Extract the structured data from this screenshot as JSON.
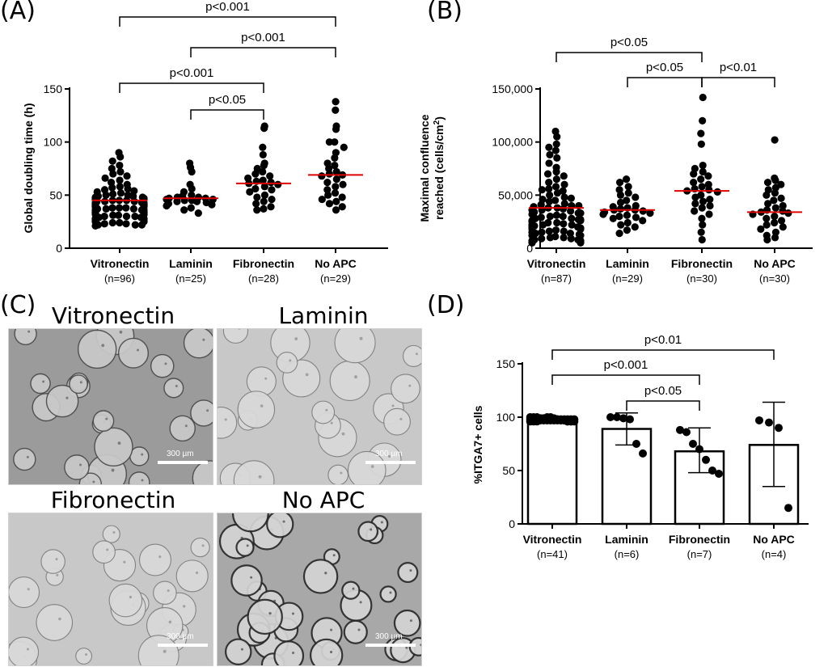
{
  "panels": {
    "A": {
      "letter": "(A)",
      "chart_data": {
        "type": "scatter",
        "ylabel": "Global doubling time (h)",
        "ylim": [
          0,
          150
        ],
        "yticks": [
          0,
          50,
          100,
          150
        ],
        "categories": [
          {
            "name": "Vitronectin",
            "n": "(n=96)",
            "median": 45,
            "points": [
              90,
              86,
              82,
              78,
              75,
              72,
              70,
              68,
              66,
              64,
              62,
              60,
              58,
              57,
              56,
              55,
              54,
              53,
              52,
              51,
              50,
              50,
              49,
              49,
              48,
              48,
              47,
              47,
              46,
              46,
              45,
              45,
              45,
              44,
              44,
              44,
              43,
              43,
              43,
              42,
              42,
              42,
              41,
              41,
              41,
              40,
              40,
              40,
              40,
              39,
              39,
              39,
              38,
              38,
              38,
              37,
              37,
              37,
              36,
              36,
              36,
              35,
              35,
              35,
              34,
              34,
              34,
              33,
              33,
              33,
              32,
              32,
              32,
              31,
              31,
              30,
              30,
              30,
              29,
              29,
              28,
              28,
              27,
              27,
              26,
              26,
              25,
              25,
              24,
              24,
              23,
              23,
              22,
              22,
              22,
              21
            ]
          },
          {
            "name": "Laminin",
            "n": "(n=25)",
            "median": 47,
            "points": [
              80,
              76,
              72,
              60,
              56,
              53,
              50,
              49,
              48,
              48,
              47,
              47,
              46,
              46,
              45,
              45,
              44,
              44,
              43,
              42,
              41,
              40,
              38,
              36,
              33
            ]
          },
          {
            "name": "Fibronectin",
            "n": "(n=28)",
            "median": 61,
            "points": [
              115,
              113,
              95,
              88,
              80,
              78,
              75,
              72,
              70,
              68,
              66,
              64,
              63,
              62,
              61,
              60,
              58,
              56,
              55,
              53,
              50,
              48,
              46,
              44,
              42,
              39,
              37,
              36
            ]
          },
          {
            "name": "No APC",
            "n": "(n=29)",
            "median": 69,
            "points": [
              138,
              130,
              115,
              112,
              100,
              100,
              95,
              90,
              85,
              80,
              78,
              75,
              72,
              70,
              69,
              68,
              65,
              62,
              60,
              58,
              55,
              52,
              50,
              48,
              46,
              44,
              42,
              39,
              36
            ]
          }
        ],
        "brackets": [
          {
            "from": 0,
            "to": 3,
            "label": "p<0.001"
          },
          {
            "from": 1,
            "to": 3,
            "label": "p<0.001"
          },
          {
            "from": 0,
            "to": 2,
            "label": "p<0.001"
          },
          {
            "from": 1,
            "to": 2,
            "label": "p<0.05"
          }
        ]
      }
    },
    "B": {
      "letter": "(B)",
      "chart_data": {
        "type": "scatter",
        "ylabel_line1": "Maximal confluence",
        "ylabel_line2": "reached (cells/cm",
        "ylabel_sup": "2",
        "ylabel_close": ")",
        "ylim": [
          0,
          150000
        ],
        "yticks": [
          0,
          50000,
          100000,
          150000
        ],
        "ytick_labels": [
          "0",
          "50,000",
          "100,000",
          "150,000"
        ],
        "categories": [
          {
            "name": "Vitronectin",
            "n": "(n=87)",
            "median": 38000,
            "points": [
              110000,
              105000,
              98000,
              95000,
              92000,
              88000,
              85000,
              80000,
              76000,
              72000,
              70000,
              68000,
              65000,
              62000,
              60000,
              58000,
              56000,
              54000,
              52000,
              50000,
              48000,
              46000,
              45000,
              44000,
              42000,
              41000,
              40000,
              39000,
              38000,
              38000,
              37000,
              36000,
              35000,
              34000,
              33000,
              32000,
              31000,
              30000,
              30000,
              29000,
              28000,
              28000,
              27000,
              26000,
              26000,
              25000,
              24000,
              24000,
              23000,
              22000,
              22000,
              21000,
              20000,
              20000,
              19000,
              18000,
              18000,
              17000,
              16000,
              16000,
              15000,
              14000,
              14000,
              13000,
              12000,
              12000,
              11000,
              10000,
              10000,
              9000,
              9000,
              8000,
              8000,
              7000,
              7000,
              6000,
              6000,
              5000,
              5000,
              15000,
              22000,
              27000,
              33000,
              36000,
              40000,
              47000,
              55000
            ]
          },
          {
            "name": "Laminin",
            "n": "(n=29)",
            "median": 36000,
            "points": [
              65000,
              62000,
              58000,
              55000,
              52000,
              50000,
              48000,
              45000,
              43000,
              40000,
              39000,
              38000,
              37000,
              36000,
              36000,
              35000,
              34000,
              33000,
              32000,
              31000,
              30000,
              29000,
              28000,
              26000,
              24000,
              22000,
              20000,
              17000,
              14000
            ]
          },
          {
            "name": "Fibronectin",
            "n": "(n=30)",
            "median": 54000,
            "points": [
              142000,
              120000,
              108000,
              98000,
              78000,
              75000,
              72000,
              70000,
              68000,
              65000,
              62000,
              60000,
              58000,
              56000,
              55000,
              54000,
              53000,
              50000,
              48000,
              46000,
              44000,
              42000,
              40000,
              38000,
              35000,
              32000,
              28000,
              22000,
              15000,
              8000
            ]
          },
          {
            "name": "No APC",
            "n": "(n=30)",
            "median": 34000,
            "points": [
              102000,
              66000,
              64000,
              62000,
              60000,
              57000,
              55000,
              52000,
              50000,
              47000,
              45000,
              42000,
              40000,
              38000,
              36000,
              35000,
              34000,
              33000,
              32000,
              30000,
              28000,
              26000,
              24000,
              22000,
              20000,
              18000,
              15000,
              12000,
              10000,
              8000
            ]
          }
        ],
        "brackets": [
          {
            "from": 0,
            "to": 2,
            "label": "p<0.05"
          },
          {
            "from": 1,
            "to": 2,
            "label": "p<0.05"
          },
          {
            "from": 2,
            "to": 3,
            "label": "p<0.01"
          }
        ]
      }
    },
    "C": {
      "letter": "(C)",
      "images": [
        {
          "title": "Vitronectin",
          "scale": "300 µm",
          "style": "dark-dic"
        },
        {
          "title": "Laminin",
          "scale": "300 µm",
          "style": "light"
        },
        {
          "title": "Fibronectin",
          "scale": "300 µm",
          "style": "light"
        },
        {
          "title": "No APC",
          "scale": "300 µm",
          "style": "dark"
        }
      ]
    },
    "D": {
      "letter": "(D)",
      "chart_data": {
        "type": "bar",
        "ylabel": "%ITGA7+ cells",
        "ylim": [
          0,
          150
        ],
        "yticks": [
          0,
          50,
          100,
          150
        ],
        "categories": [
          {
            "name": "Vitronectin",
            "n": "(n=41)",
            "mean": 98,
            "sd_low": 97,
            "sd_high": 100,
            "points": [
              100,
              100,
              100,
              99,
              99,
              99,
              99,
              99,
              98,
              98,
              98,
              98,
              98,
              98,
              98,
              98,
              98,
              97,
              97,
              97,
              97,
              97,
              97,
              97,
              97,
              96,
              96,
              96,
              96,
              96,
              96,
              99,
              99,
              100,
              100,
              98,
              98,
              97,
              97,
              96,
              96
            ]
          },
          {
            "name": "Laminin",
            "n": "(n=6)",
            "mean": 89,
            "sd_low": 74,
            "sd_high": 104,
            "points": [
              100,
              100,
              99,
              98,
              75,
              66
            ]
          },
          {
            "name": "Fibronectin",
            "n": "(n=7)",
            "mean": 68,
            "sd_low": 48,
            "sd_high": 90,
            "points": [
              88,
              86,
              75,
              70,
              60,
              50,
              47
            ]
          },
          {
            "name": "No APC",
            "n": "(n=4)",
            "mean": 74,
            "sd_low": 35,
            "sd_high": 114,
            "points": [
              97,
              95,
              90,
              15
            ]
          }
        ],
        "brackets": [
          {
            "from": 0,
            "to": 3,
            "label": "p<0.01"
          },
          {
            "from": 0,
            "to": 2,
            "label": "p<0.001"
          },
          {
            "from": 1,
            "to": 2,
            "label": "p<0.05"
          }
        ]
      }
    }
  }
}
